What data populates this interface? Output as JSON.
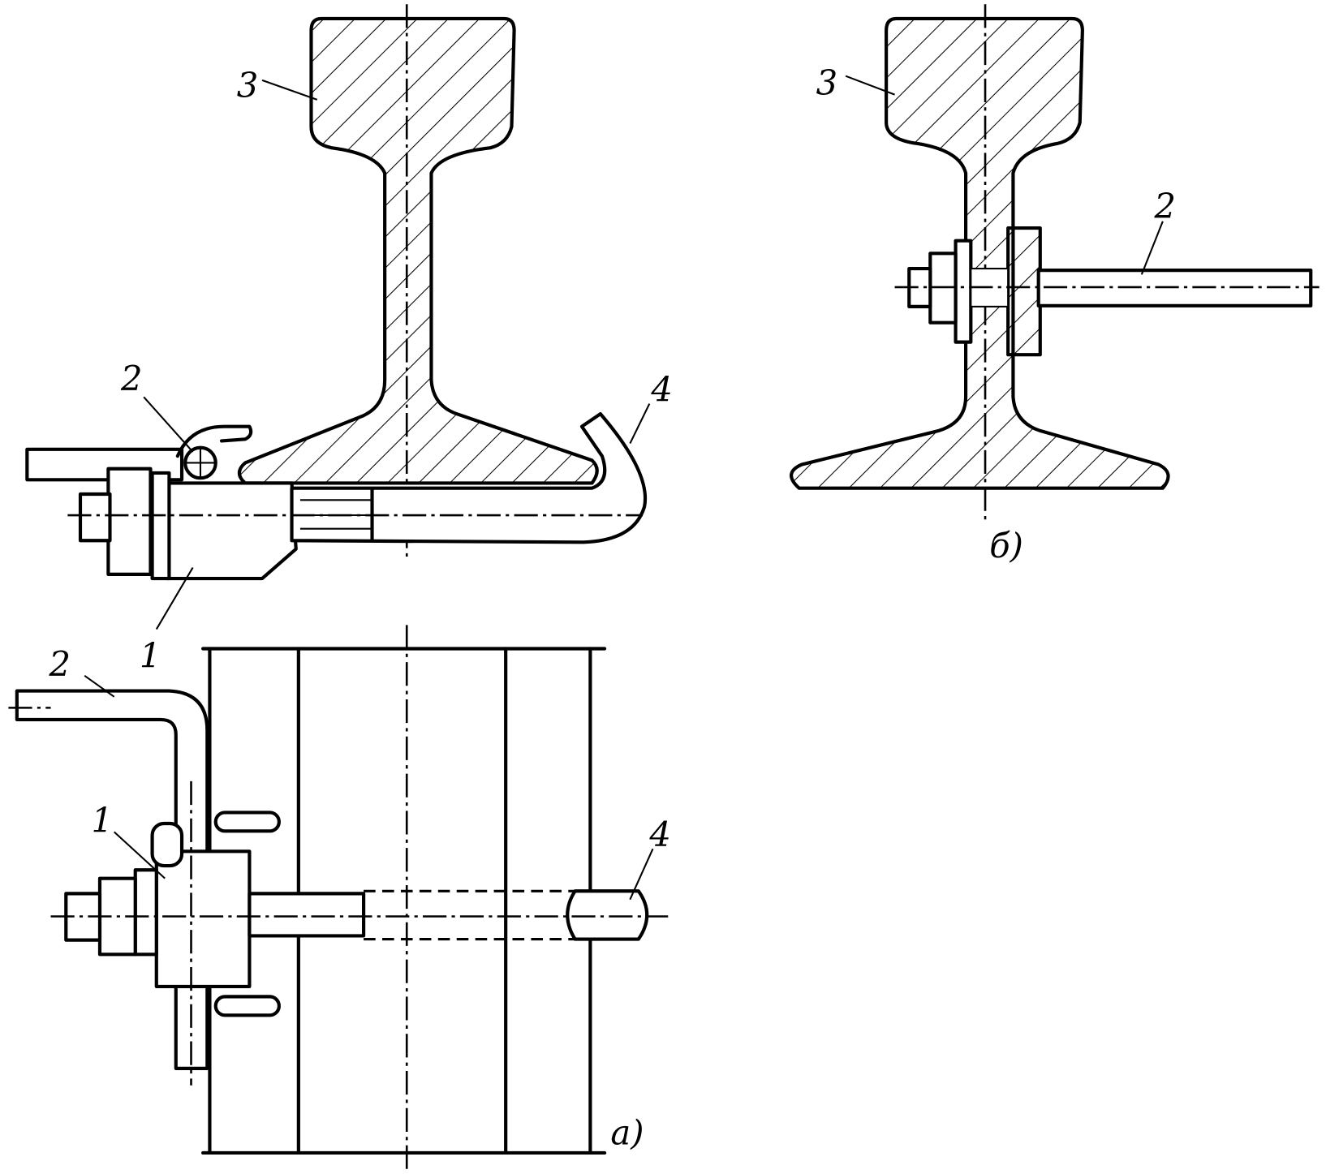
{
  "view_a": {
    "caption": "a)",
    "labels": {
      "rail": "3",
      "rod_top": "2",
      "hook_top": "4",
      "clamp_top": "1",
      "rod_plan": "2",
      "clamp_plan": "1",
      "hook_plan": "4"
    }
  },
  "view_b": {
    "caption": "б)",
    "labels": {
      "rail": "3",
      "rod": "2"
    }
  }
}
